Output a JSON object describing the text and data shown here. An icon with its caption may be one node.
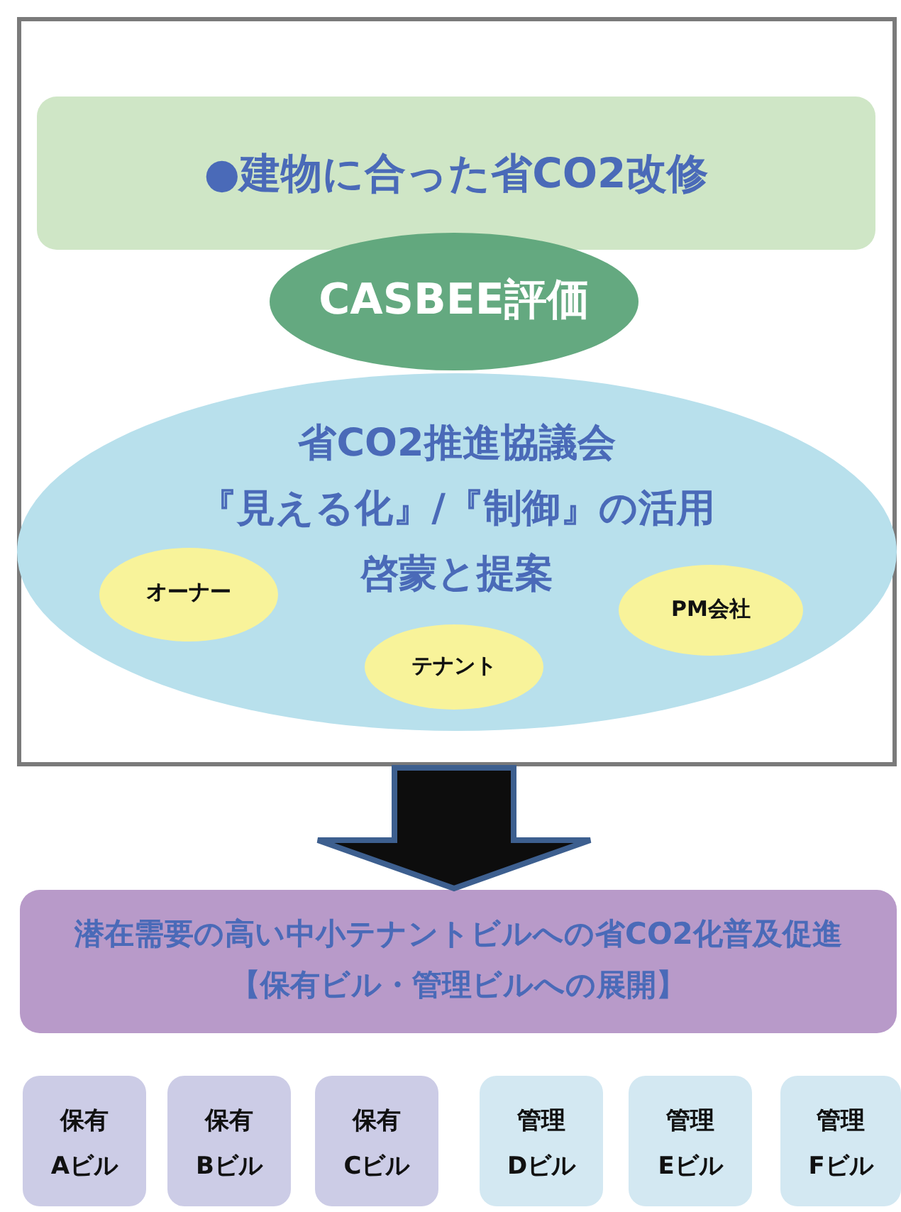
{
  "diagram": {
    "nodes": [
      {
        "text": [],
        "shape": "box"
      },
      {
        "text": [
          "●建物に合った省CO2改修"
        ],
        "in": 0
      },
      {
        "text": [
          "CASBEE評価"
        ],
        "in": 0
      },
      {
        "text": [
          "省CO2推進協議会",
          "『見える化』/『制御』の活用",
          "啓蒙と提案"
        ],
        "in": 0
      },
      {
        "text": [
          "オーナー"
        ],
        "in": 3
      },
      {
        "text": [
          "PM会社"
        ],
        "in": 3
      },
      {
        "text": [
          "テナント"
        ],
        "in": 3
      },
      {
        "text": [
          "潜在需要の高い中小テナントビルへの省CO2化普及促進",
          "【保有ビル・管理ビルへの展開】"
        ]
      },
      {
        "text": [
          "保有",
          "Aビル"
        ]
      },
      {
        "text": [
          "保有",
          "Bビル"
        ]
      },
      {
        "text": [
          "保有",
          "Cビル"
        ]
      },
      {
        "text": [
          "管理",
          "Dビル"
        ]
      },
      {
        "text": [
          "管理",
          "Eビル"
        ]
      },
      {
        "text": [
          "管理",
          "Fビル"
        ]
      }
    ],
    "edges": [
      {
        "from": 0,
        "to": 7,
        "arrow": "to",
        "style": "thick"
      }
    ]
  }
}
